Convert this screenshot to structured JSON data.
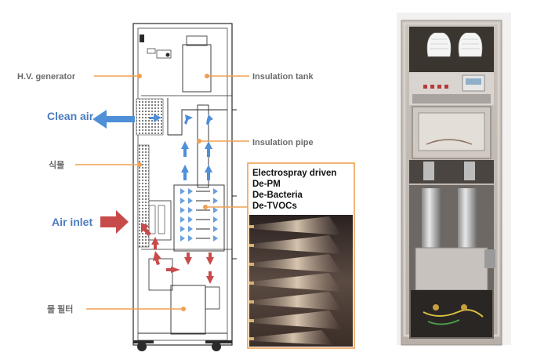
{
  "labels": {
    "hv_generator": "H.V. generator",
    "clean_air": "Clean air",
    "plant": "식물",
    "air_inlet": "Air inlet",
    "water_filter": "물 필터",
    "insulation_tank": "Insulation tank",
    "insulation_pipe": "Insulation pipe"
  },
  "description": {
    "line1": "Electrospray driven",
    "line2": "De-PM",
    "line3": "De-Bacteria",
    "line4": "De-TVOCs"
  },
  "colors": {
    "leader": "#f0a050",
    "clean_arrow": "#4f8fd8",
    "inlet_arrow": "#c84b4b",
    "frame": "#2a2a2a",
    "box_border": "#f0a050"
  }
}
